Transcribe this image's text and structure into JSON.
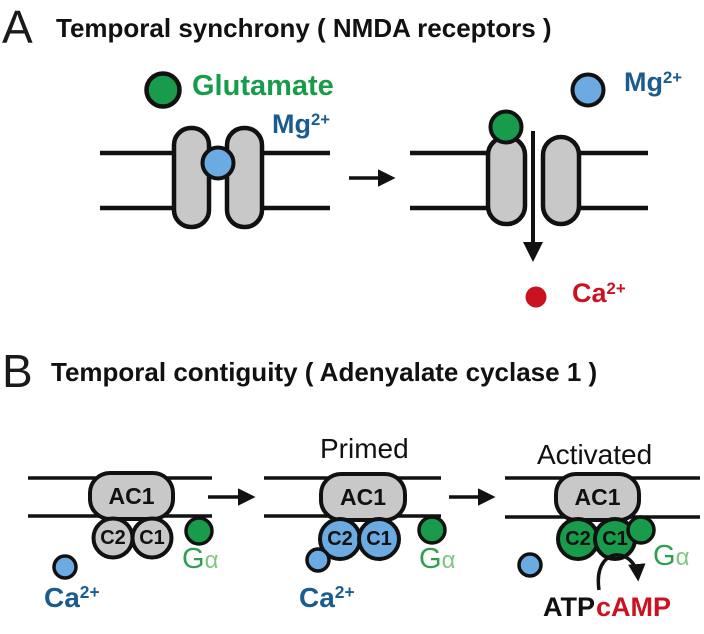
{
  "figure": {
    "panel_a": {
      "label": "A",
      "title": "Temporal synchrony ( NMDA receptors )",
      "glutamate_label": "Glutamate",
      "mg_base": "Mg",
      "mg_sup": "2+",
      "ca_base": "Ca",
      "ca_sup": "2+"
    },
    "panel_b": {
      "label": "B",
      "title": "Temporal contiguity ( Adenyalate cyclase 1 )",
      "primed_label": "Primed",
      "activated_label": "Activated",
      "ac1_label": "AC1",
      "c2_label": "C2",
      "c1_label": "C1",
      "g_base": "G",
      "g_sub": "α",
      "ca_base": "Ca",
      "ca_sup": "2+",
      "atp_label": "ATP",
      "camp_label": "cAMP"
    },
    "colors": {
      "green": "#189b4a",
      "blue_fill": "#6babe2",
      "blue_text": "#1a5b90",
      "red": "#cb1220",
      "gray_fill": "#c8c8c8",
      "outline": "#111111"
    }
  }
}
